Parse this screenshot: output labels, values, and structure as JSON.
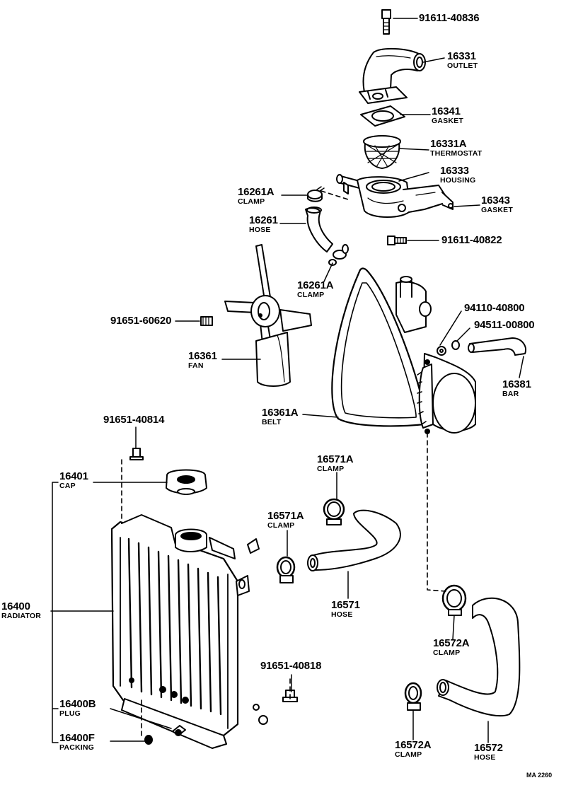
{
  "diagram": {
    "code": "MA 2260",
    "callouts": [
      {
        "id": "bolt-top",
        "number": "91611-40836",
        "name": ""
      },
      {
        "id": "outlet",
        "number": "16331",
        "name": "OUTLET"
      },
      {
        "id": "gasket-1",
        "number": "16341",
        "name": "GASKET"
      },
      {
        "id": "thermostat",
        "number": "16331A",
        "name": "THERMOSTAT"
      },
      {
        "id": "housing",
        "number": "16333",
        "name": "HOUSING"
      },
      {
        "id": "clamp-a",
        "number": "16261A",
        "name": "CLAMP"
      },
      {
        "id": "gasket-2",
        "number": "16343",
        "name": "GASKET"
      },
      {
        "id": "hose-small",
        "number": "16261",
        "name": "HOSE"
      },
      {
        "id": "bolt-housing",
        "number": "91611-40822",
        "name": ""
      },
      {
        "id": "clamp-b",
        "number": "16261A",
        "name": "CLAMP"
      },
      {
        "id": "bolt-94110",
        "number": "94110-40800",
        "name": ""
      },
      {
        "id": "washer-94511",
        "number": "94511-00800",
        "name": ""
      },
      {
        "id": "bolt-fan",
        "number": "91651-60620",
        "name": ""
      },
      {
        "id": "fan",
        "number": "16361",
        "name": "FAN"
      },
      {
        "id": "bar",
        "number": "16381",
        "name": "BAR"
      },
      {
        "id": "belt",
        "number": "16361A",
        "name": "BELT"
      },
      {
        "id": "bolt-40814",
        "number": "91651-40814",
        "name": ""
      },
      {
        "id": "clamp-571a-top",
        "number": "16571A",
        "name": "CLAMP"
      },
      {
        "id": "cap",
        "number": "16401",
        "name": "CAP"
      },
      {
        "id": "clamp-571a-mid",
        "number": "16571A",
        "name": "CLAMP"
      },
      {
        "id": "radiator",
        "number": "16400",
        "name": "RADIATOR"
      },
      {
        "id": "hose-upper",
        "number": "16571",
        "name": "HOSE"
      },
      {
        "id": "clamp-572a-top",
        "number": "16572A",
        "name": "CLAMP"
      },
      {
        "id": "bolt-40818",
        "number": "91651-40818",
        "name": ""
      },
      {
        "id": "plug",
        "number": "16400B",
        "name": "PLUG"
      },
      {
        "id": "packing",
        "number": "16400F",
        "name": "PACKING"
      },
      {
        "id": "clamp-572a-bot",
        "number": "16572A",
        "name": "CLAMP"
      },
      {
        "id": "hose-lower",
        "number": "16572",
        "name": "HOSE"
      }
    ]
  }
}
